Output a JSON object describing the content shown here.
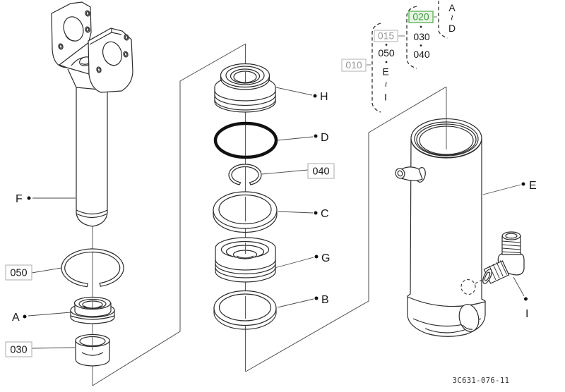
{
  "drawing_number": "3C631-076-11",
  "colors": {
    "background": "#ffffff",
    "line": "#2b2b2b",
    "highlight_green_text": "#3e9b3e",
    "highlight_green_border": "#64b45e",
    "highlight_green_bg": "#e8f5e3",
    "gray_ref_text": "#9a9a9a",
    "ref_box_border": "#b9b9b9"
  },
  "part_letters": {
    "f": "F",
    "a": "A",
    "h": "H",
    "d": "D",
    "c": "C",
    "g": "G",
    "b": "B",
    "e": "E",
    "i": "I"
  },
  "ref_labels": {
    "r050": "050",
    "r030": "030",
    "r040": "040"
  },
  "callout_panel": {
    "box_010": "010",
    "box_015": "015",
    "box_020": "020",
    "col1_item": "050",
    "col1_from": "E",
    "col1_tilde": "~",
    "col1_to": "I",
    "col2_item1": "030",
    "col2_item2": "040",
    "col3_from": "A",
    "col3_tilde": "~",
    "col3_to": "D"
  }
}
